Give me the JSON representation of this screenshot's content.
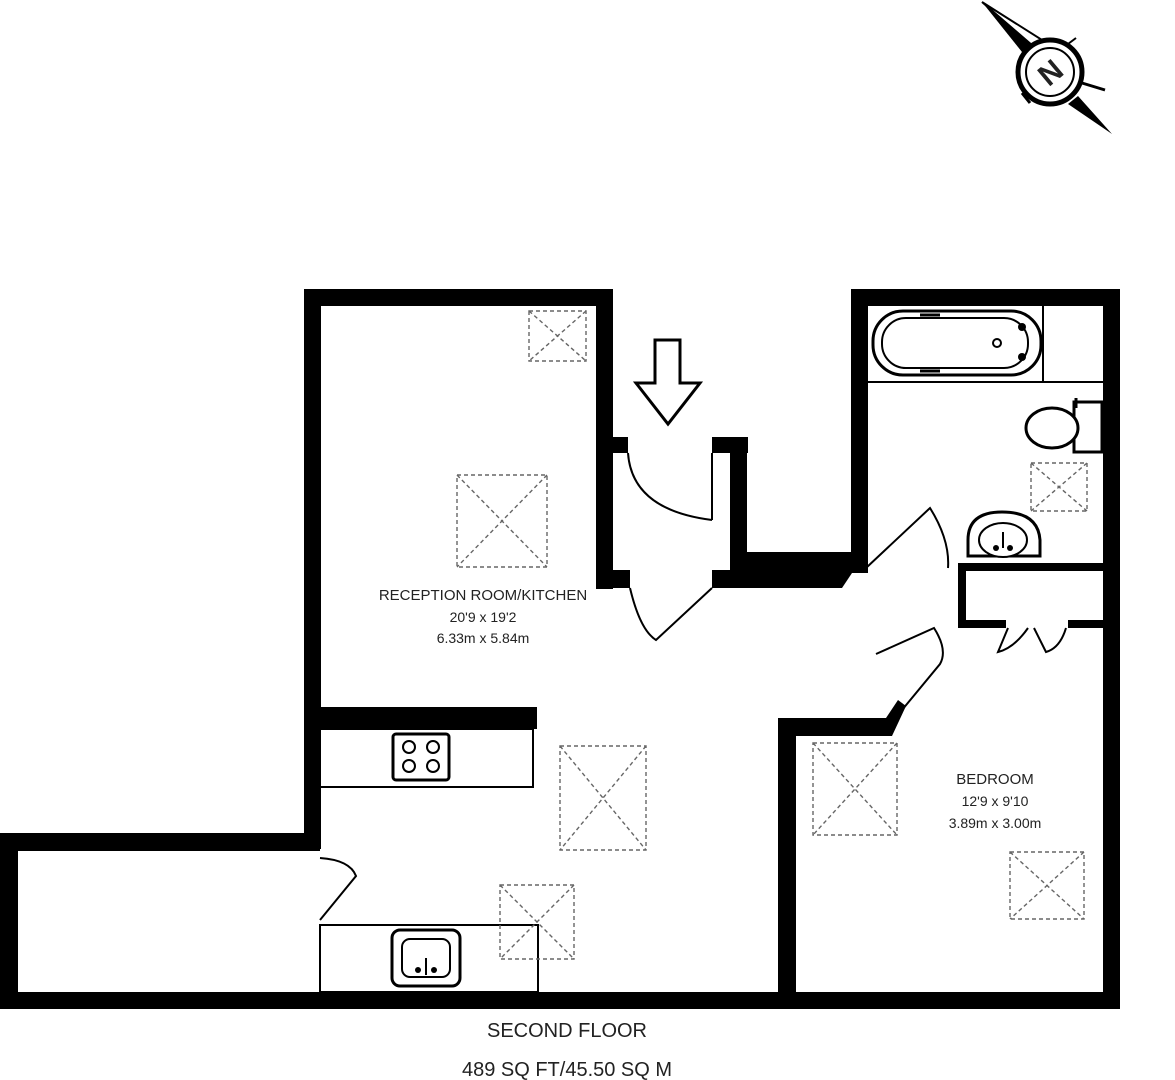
{
  "rooms": {
    "reception": {
      "name": "RECEPTION ROOM/KITCHEN",
      "dim_imperial": "20'9 x 19'2",
      "dim_metric": "6.33m x 5.84m"
    },
    "bedroom": {
      "name": "BEDROOM",
      "dim_imperial": "12'9 x 9'10",
      "dim_metric": "3.89m x 3.00m"
    }
  },
  "floor": {
    "title": "SECOND FLOOR",
    "area": "489 SQ FT/45.50 SQ M"
  },
  "compass": {
    "letter": "N"
  },
  "colors": {
    "wall": "#000000",
    "skylight": "#666666",
    "text": "#222222"
  }
}
